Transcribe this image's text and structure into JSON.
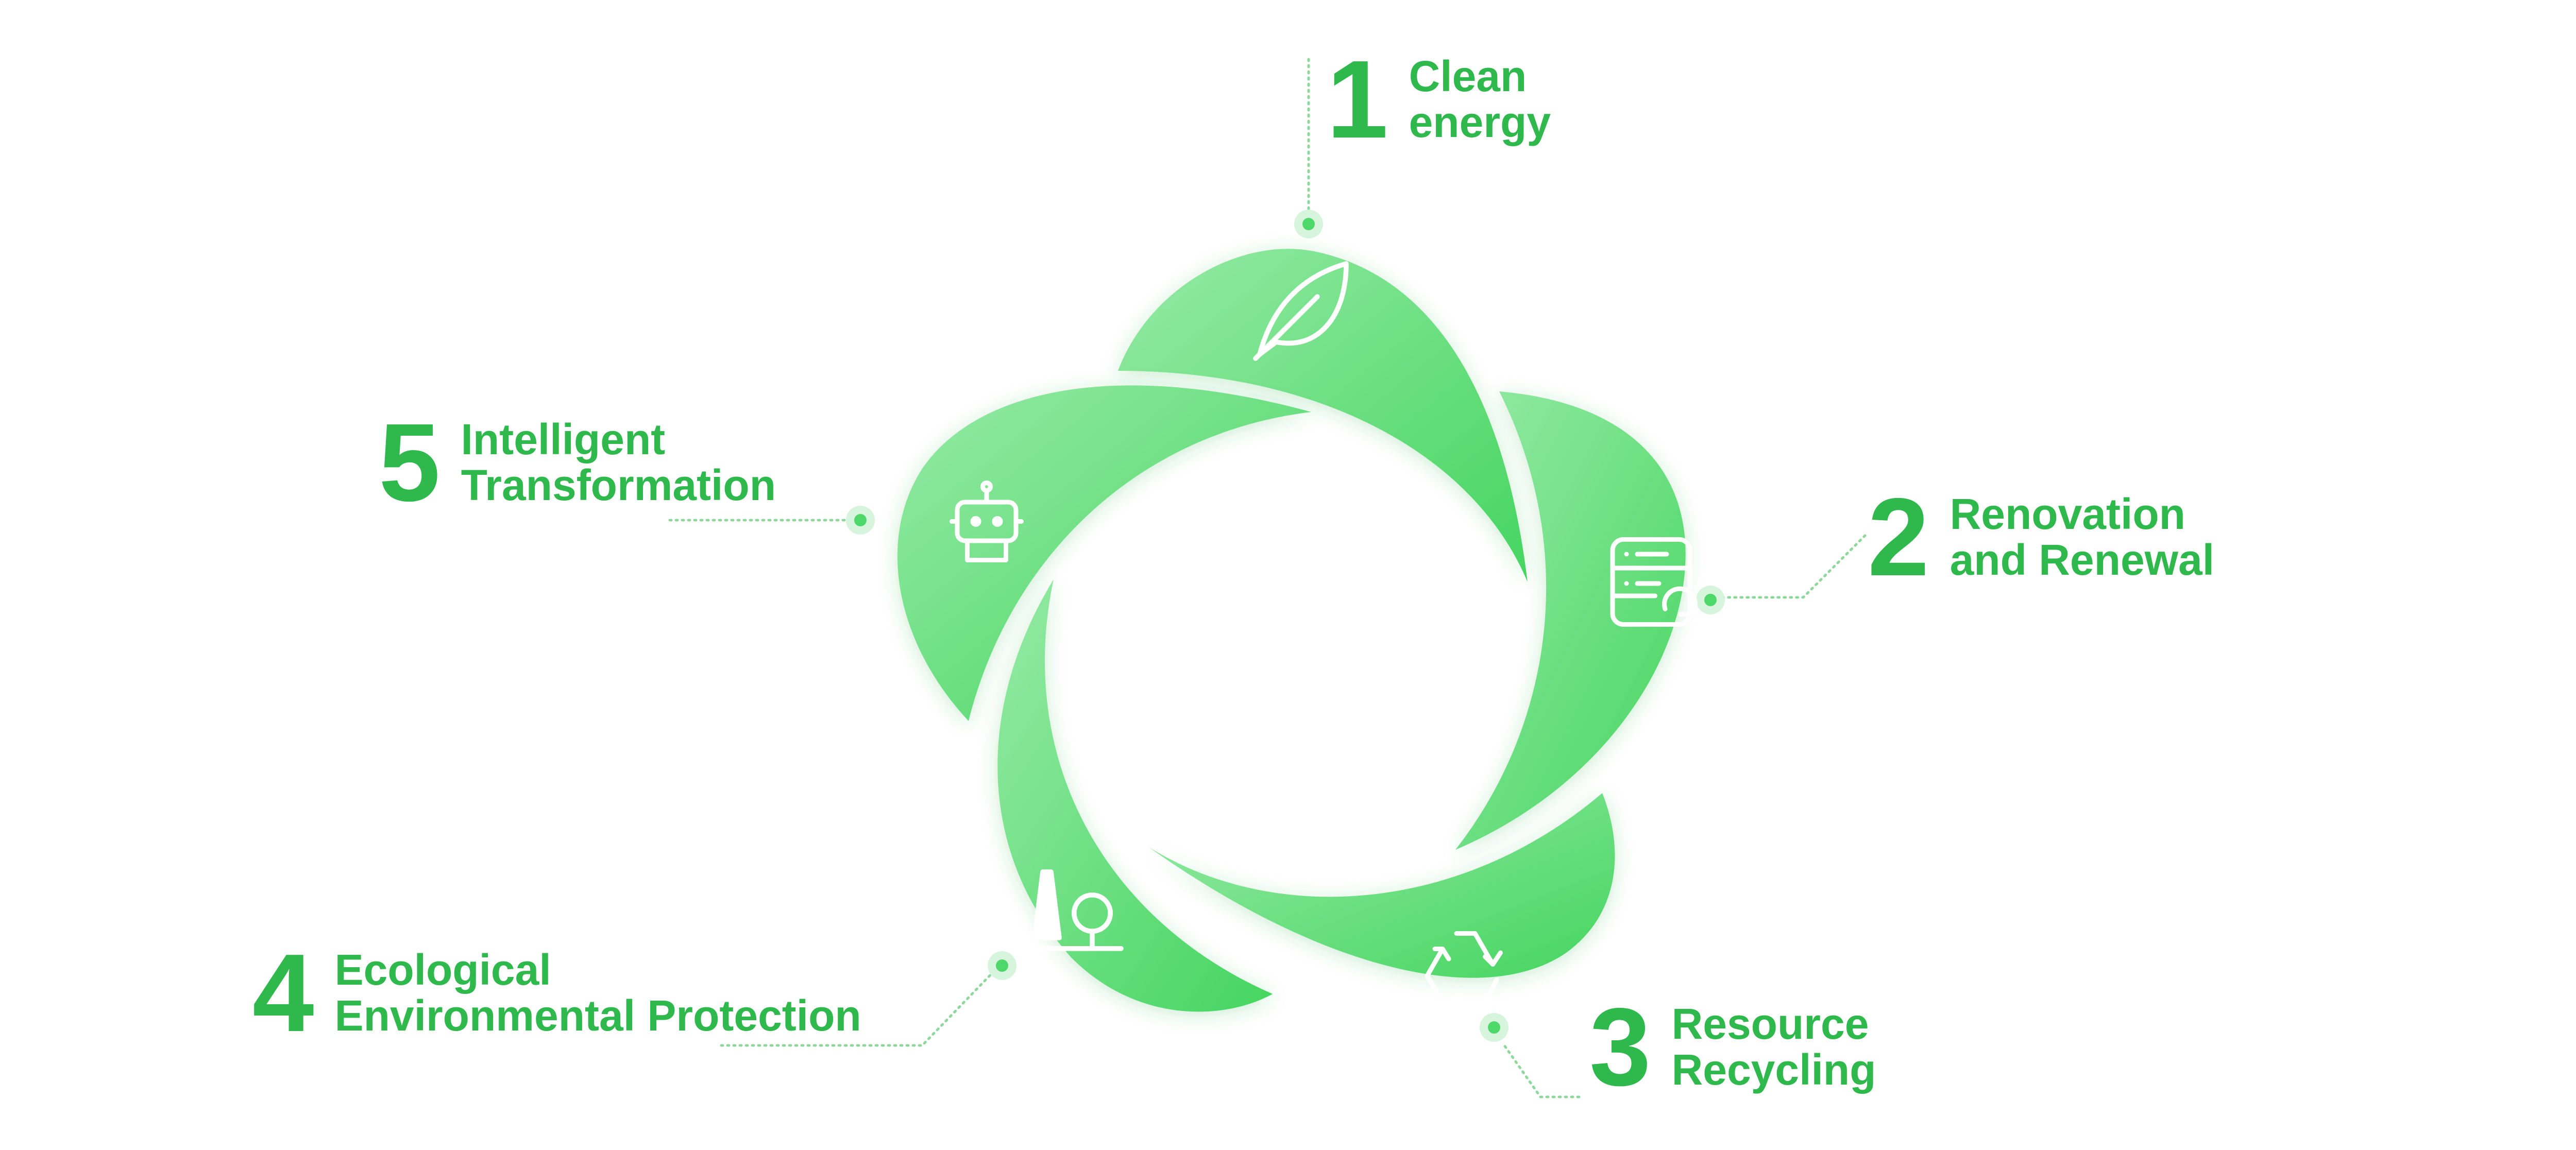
{
  "colors": {
    "accent": "#2fb84c",
    "petal_light": "#8fe8a0",
    "petal_dark": "#4fd86a",
    "connector": "#8fd89c",
    "dot": "#d6f5dc"
  },
  "items": [
    {
      "number": "1",
      "line1": "Clean",
      "line2": "energy",
      "icon": "leaf-icon"
    },
    {
      "number": "2",
      "line1": "Renovation",
      "line2": "and Renewal",
      "icon": "server-refresh-icon"
    },
    {
      "number": "3",
      "line1": "Resource",
      "line2": "Recycling",
      "icon": "recycle-icon"
    },
    {
      "number": "4",
      "line1": "Ecological",
      "line2": "Environmental Protection",
      "icon": "tree-icon"
    },
    {
      "number": "5",
      "line1": "Intelligent",
      "line2": "Transformation",
      "icon": "robot-icon"
    }
  ]
}
